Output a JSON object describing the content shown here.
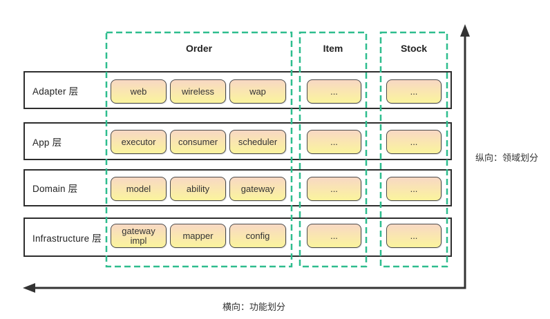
{
  "diagram": {
    "title": "layered-architecture-functional-domain-matrix",
    "columns": [
      {
        "label": "Order"
      },
      {
        "label": "Item"
      },
      {
        "label": "Stock"
      }
    ],
    "layers": [
      {
        "label": "Adapter 层",
        "boxes": [
          "web",
          "wireless",
          "wap",
          "...",
          "..."
        ]
      },
      {
        "label": "App 层",
        "boxes": [
          "executor",
          "consumer",
          "scheduler",
          "...",
          "..."
        ]
      },
      {
        "label": "Domain 层",
        "boxes": [
          "model",
          "ability",
          "gateway",
          "...",
          "..."
        ]
      },
      {
        "label": "Infrastructure 层",
        "boxes": [
          "gateway impl",
          "mapper",
          "config",
          "...",
          "..."
        ]
      }
    ],
    "axis_labels": {
      "vertical": "纵向：领域划分",
      "horizontal": "横向：功能划分"
    },
    "colors": {
      "column_dash": "#2ebd8e",
      "row_border": "#2d2d2d",
      "box_border": "#4a4a4a",
      "box_gradient_top": "#f8d8c4",
      "box_gradient_bottom": "#fbf49d",
      "arrow": "#333333",
      "background": "#ffffff"
    }
  }
}
